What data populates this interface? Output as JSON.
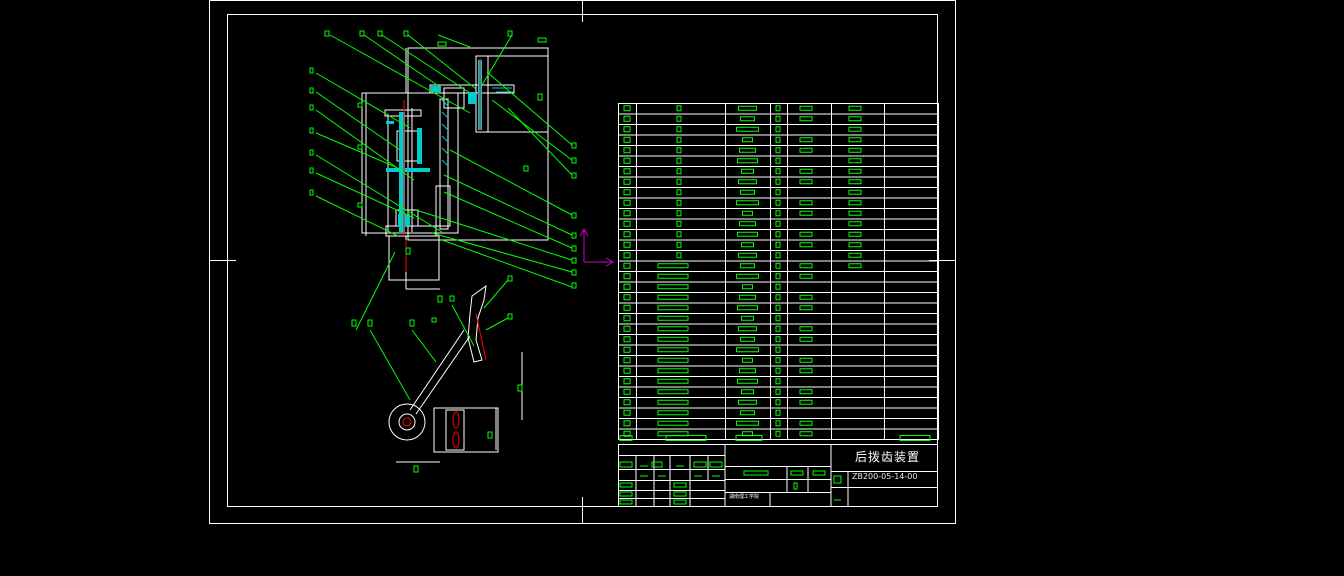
{
  "drawing": {
    "title": "后拨齿装置",
    "code": "ZB200-05-14-00",
    "maker_note": "湖南理工学院"
  },
  "colors": {
    "background": "#000000",
    "border": "#ffffff",
    "outline": "#ffffff",
    "table_lines": "#ffffff",
    "leader_lines": "#00ff00",
    "part_fill": "#00cccc",
    "hatch": "#00cccc",
    "axis_red": "#ff0000",
    "ucs_icon": "#cc00cc"
  }
}
